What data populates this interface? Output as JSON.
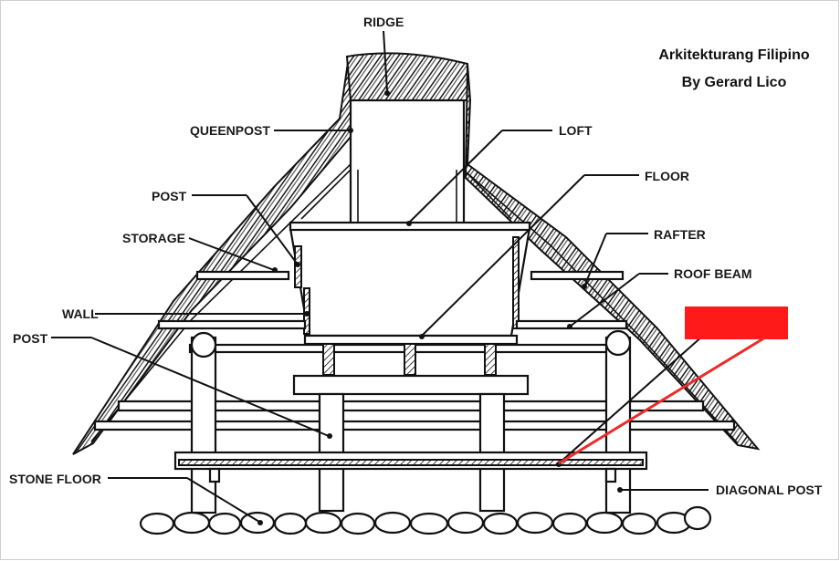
{
  "credit": {
    "line1": "Arkitekturang Filipino",
    "line2": "By Gerard Lico"
  },
  "labels": {
    "ridge": "RIDGE",
    "queenpost": "QUEENPOST",
    "loft": "LOFT",
    "post_upper": "POST",
    "floor": "FLOOR",
    "storage": "STORAGE",
    "rafter": "RAFTER",
    "roof_beam": "ROOF BEAM",
    "wall": "WALL",
    "post_lower": "POST",
    "stone_floor": "STONE FLOOR",
    "diagonal_post": "DIAGONAL POST"
  },
  "colors": {
    "ink": "#111111",
    "highlight_box": "#ff1a1a",
    "highlight_line": "#ee2a2a",
    "background": "#ffffff"
  }
}
